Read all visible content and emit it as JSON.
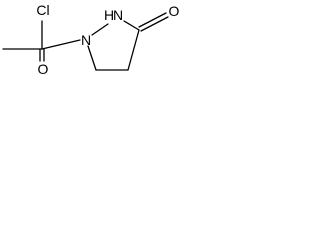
{
  "molecule": {
    "atoms": {
      "cl": "Cl",
      "o_lower": "O",
      "n_upper": "N",
      "h_upper": "H",
      "n_lower": "N",
      "o_ketone": "O"
    },
    "colors": {
      "bond": "#000000",
      "label": "#000000",
      "background": "#ffffff"
    }
  }
}
